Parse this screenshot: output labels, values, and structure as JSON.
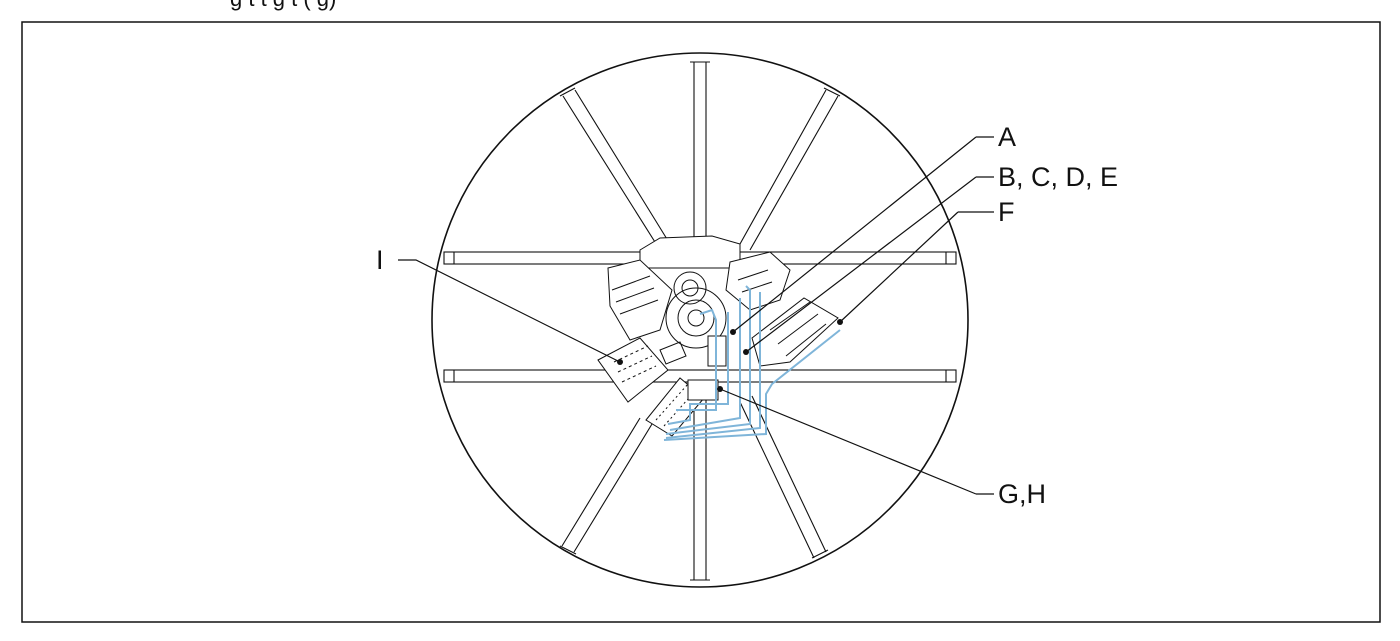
{
  "header_clip": "g     t       t  g      t    (         g)",
  "callouts": {
    "a": "A",
    "bcde": "B, C, D, E",
    "f": "F",
    "gh": "G,H",
    "i": "I"
  },
  "colors": {
    "line": "#111111",
    "frame": "#111111",
    "cable": "#7fb5d9",
    "fill": "#ffffff"
  }
}
